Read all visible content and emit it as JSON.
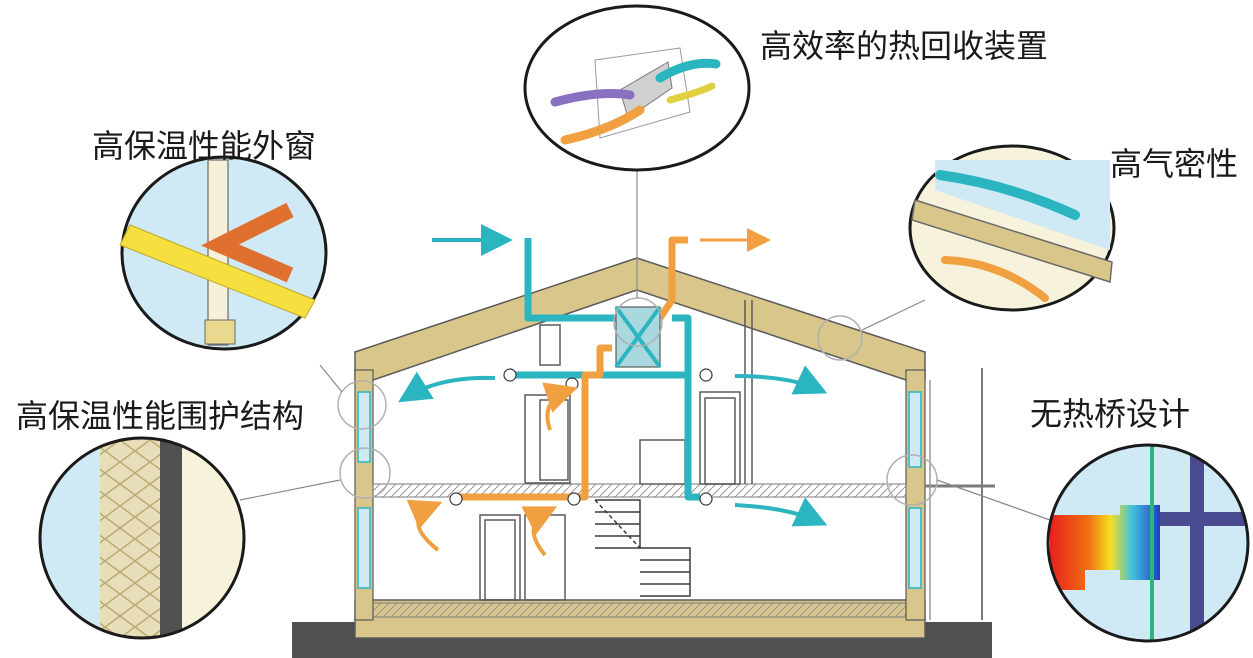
{
  "labels": {
    "top_header": "",
    "heat_recovery": "高效率的热回收装置",
    "window": "高保温性能外窗",
    "airtightness": "高气密性",
    "envelope": "高保温性能围护结构",
    "thermal_bridge": "无热桥设计"
  },
  "colors": {
    "fresh_air": "#2ab5c0",
    "exhaust_air": "#f0a040",
    "wall": "#d9c68a",
    "ground": "#505050",
    "insulation": "#d8c88a",
    "glass": "#cfe9f5"
  }
}
